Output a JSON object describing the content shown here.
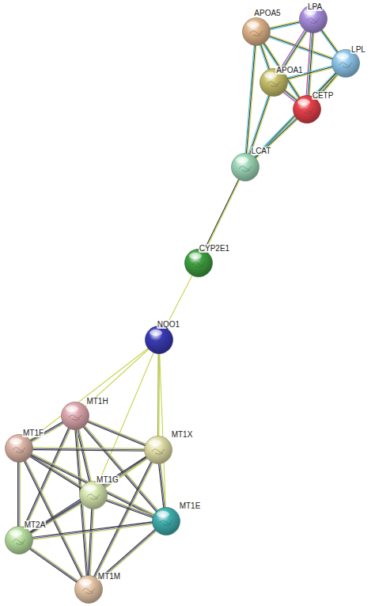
{
  "diagram": {
    "nodes": [
      {
        "text": [
          "APOA5"
        ]
      },
      {
        "text": [
          "LPA"
        ]
      },
      {
        "text": [
          "LPL"
        ]
      },
      {
        "text": [
          "APOA1"
        ]
      },
      {
        "text": [
          "CETP"
        ]
      },
      {
        "text": [
          "LCAT"
        ]
      },
      {
        "text": [
          "CYP2E1"
        ]
      },
      {
        "text": [
          "NQO1"
        ]
      },
      {
        "text": [
          "MT1H"
        ]
      },
      {
        "text": [
          "MT1F"
        ]
      },
      {
        "text": [
          "MT1X"
        ]
      },
      {
        "text": [
          "MT1G"
        ]
      },
      {
        "text": [
          "MT1E"
        ]
      },
      {
        "text": [
          "MT2A"
        ]
      },
      {
        "text": [
          "MT1M"
        ]
      }
    ],
    "edges": [
      {
        "from": 0,
        "to": 1,
        "arrow": "none"
      },
      {
        "from": 0,
        "to": 2,
        "arrow": "none"
      },
      {
        "from": 0,
        "to": 3,
        "arrow": "none"
      },
      {
        "from": 0,
        "to": 4,
        "arrow": "none"
      },
      {
        "from": 0,
        "to": 5,
        "arrow": "none"
      },
      {
        "from": 1,
        "to": 2,
        "arrow": "none"
      },
      {
        "from": 1,
        "to": 3,
        "arrow": "none"
      },
      {
        "from": 1,
        "to": 4,
        "arrow": "none"
      },
      {
        "from": 2,
        "to": 3,
        "arrow": "none"
      },
      {
        "from": 2,
        "to": 4,
        "arrow": "none"
      },
      {
        "from": 2,
        "to": 5,
        "arrow": "none"
      },
      {
        "from": 3,
        "to": 4,
        "arrow": "none"
      },
      {
        "from": 3,
        "to": 5,
        "arrow": "none"
      },
      {
        "from": 4,
        "to": 5,
        "arrow": "none"
      },
      {
        "from": 5,
        "to": 6,
        "arrow": "none"
      },
      {
        "from": 6,
        "to": 7,
        "arrow": "none"
      },
      {
        "from": 7,
        "to": 8,
        "arrow": "none"
      },
      {
        "from": 7,
        "to": 9,
        "arrow": "none"
      },
      {
        "from": 7,
        "to": 10,
        "arrow": "none"
      },
      {
        "from": 7,
        "to": 11,
        "arrow": "none"
      },
      {
        "from": 7,
        "to": 12,
        "arrow": "none"
      },
      {
        "from": 8,
        "to": 9,
        "arrow": "none"
      },
      {
        "from": 8,
        "to": 10,
        "arrow": "none"
      },
      {
        "from": 8,
        "to": 11,
        "arrow": "none"
      },
      {
        "from": 8,
        "to": 12,
        "arrow": "none"
      },
      {
        "from": 8,
        "to": 13,
        "arrow": "none"
      },
      {
        "from": 8,
        "to": 14,
        "arrow": "none"
      },
      {
        "from": 9,
        "to": 10,
        "arrow": "none"
      },
      {
        "from": 9,
        "to": 11,
        "arrow": "none"
      },
      {
        "from": 9,
        "to": 12,
        "arrow": "none"
      },
      {
        "from": 9,
        "to": 13,
        "arrow": "none"
      },
      {
        "from": 9,
        "to": 14,
        "arrow": "none"
      },
      {
        "from": 10,
        "to": 11,
        "arrow": "none"
      },
      {
        "from": 10,
        "to": 12,
        "arrow": "none"
      },
      {
        "from": 10,
        "to": 13,
        "arrow": "none"
      },
      {
        "from": 10,
        "to": 14,
        "arrow": "none"
      },
      {
        "from": 11,
        "to": 12,
        "arrow": "none"
      },
      {
        "from": 11,
        "to": 13,
        "arrow": "none"
      },
      {
        "from": 11,
        "to": 14,
        "arrow": "none"
      },
      {
        "from": 12,
        "to": 13,
        "arrow": "none"
      },
      {
        "from": 12,
        "to": 14,
        "arrow": "none"
      },
      {
        "from": 13,
        "to": 14,
        "arrow": "none"
      }
    ]
  }
}
